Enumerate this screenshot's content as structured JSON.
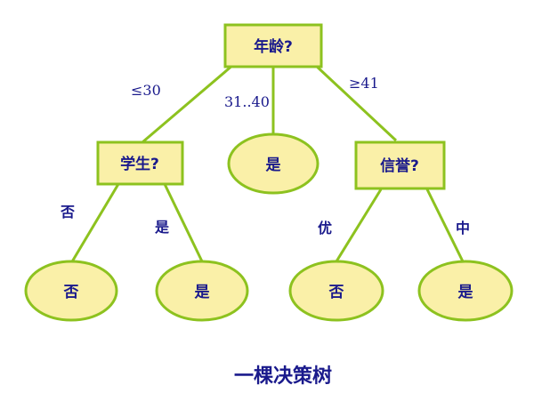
{
  "colors": {
    "node_fill": "#FAF0A8",
    "node_stroke": "#8DC21F",
    "edge": "#8DC21F",
    "text": "#1A1A8C"
  },
  "nodes": {
    "root": {
      "label": "年龄?"
    },
    "student": {
      "label": "学生?"
    },
    "mid_leaf": {
      "label": "是"
    },
    "credit": {
      "label": "信誉?"
    },
    "leaf_student_no": {
      "label": "否"
    },
    "leaf_student_yes": {
      "label": "是"
    },
    "leaf_credit_good": {
      "label": "否"
    },
    "leaf_credit_mid": {
      "label": "是"
    }
  },
  "edges": {
    "age_le30": "≤30",
    "age_31_40": "31..40",
    "age_ge41": "≥41",
    "student_no": "否",
    "student_yes": "是",
    "credit_good": "优",
    "credit_mid": "中"
  },
  "caption": "一棵决策树"
}
